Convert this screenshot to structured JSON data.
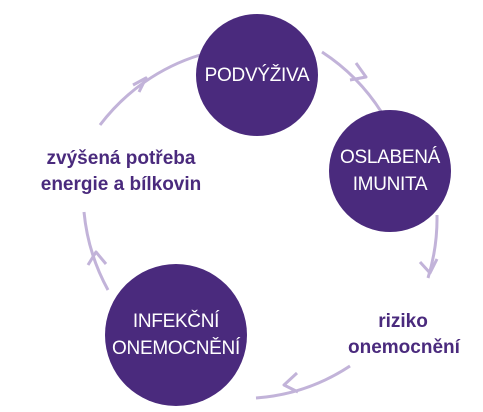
{
  "colors": {
    "node_fill": "#4a2a7d",
    "cycle_line": "#c2b3d9",
    "label_text": "#4a2a7d",
    "node_text": "#ffffff"
  },
  "nodes": [
    {
      "lines": [
        "PODVÝŽIVA"
      ]
    },
    {
      "lines": [
        "OSLABENÁ",
        "IMUNITA"
      ]
    },
    {
      "lines": [
        "INFEKČNÍ",
        "ONEMOCNĚNÍ"
      ]
    }
  ],
  "labels": [
    {
      "lines": [
        "riziko",
        "onemocnění"
      ]
    },
    {
      "lines": [
        "zvýšená potřeba",
        "energie a bílkovin"
      ]
    }
  ]
}
